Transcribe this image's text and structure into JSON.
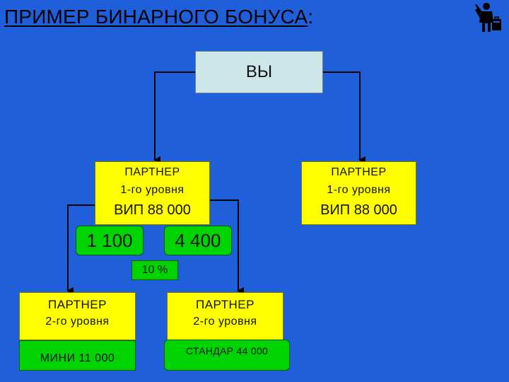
{
  "title": {
    "main": "ПРИМЕР БИНАРНОГО БОНУСА",
    "suffix": ":"
  },
  "logo": {
    "icon": "businessman-briefcase-icon"
  },
  "diagram": {
    "root": {
      "label": "ВЫ"
    },
    "level1": [
      {
        "title": "ПАРТНЕР",
        "level": "1-го уровня",
        "package": "ВИП 88 000"
      },
      {
        "title": "ПАРТНЕР",
        "level": "1-го уровня",
        "package": "ВИП 88 000"
      }
    ],
    "bonuses": [
      {
        "value": "1 100"
      },
      {
        "value": "4 400"
      }
    ],
    "percent": "10 %",
    "level2": [
      {
        "title": "ПАРТНЕР",
        "level": "2-го уровня",
        "package": "МИНИ 11 000"
      },
      {
        "title": "ПАРТНЕР",
        "level": "2-го уровня",
        "package": "СТАНДАР 44 000"
      }
    ]
  },
  "colors": {
    "background": "#1f5fd9",
    "root_fill": "#cde6e8",
    "partner_fill": "#ffff00",
    "bonus_fill": "#00d400",
    "connector": "#000000"
  }
}
